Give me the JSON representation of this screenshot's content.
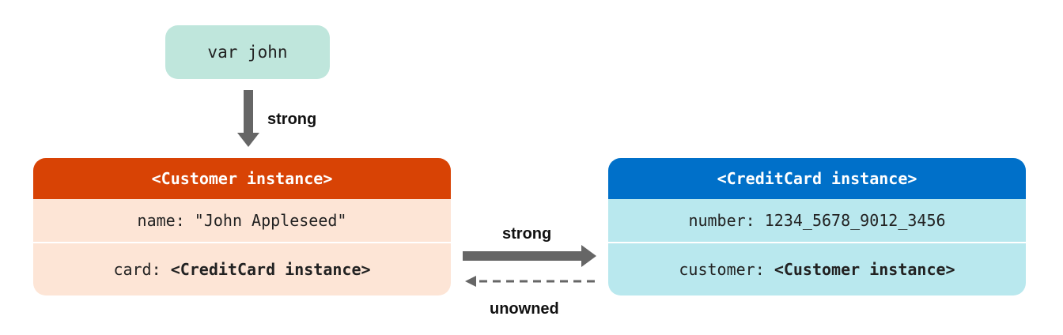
{
  "variable": {
    "label": "var john"
  },
  "customer": {
    "title": "<Customer instance>",
    "name_key": "name: ",
    "name_value": "\"John Appleseed\"",
    "card_key": "card: ",
    "card_value": "<CreditCard instance>"
  },
  "creditcard": {
    "title": "<CreditCard instance>",
    "number_key": "number: ",
    "number_value": "1234_5678_9012_3456",
    "customer_key": "customer: ",
    "customer_value": "<Customer instance>"
  },
  "edges": {
    "var_to_customer": "strong",
    "customer_to_card": "strong",
    "card_to_customer": "unowned"
  },
  "colors": {
    "variable_fill": "#bfe6dc",
    "customer_header": "#d84305",
    "customer_fill": "#fde5d6",
    "creditcard_header": "#0070c9",
    "creditcard_fill": "#b9e8ee",
    "arrow": "#666666"
  }
}
